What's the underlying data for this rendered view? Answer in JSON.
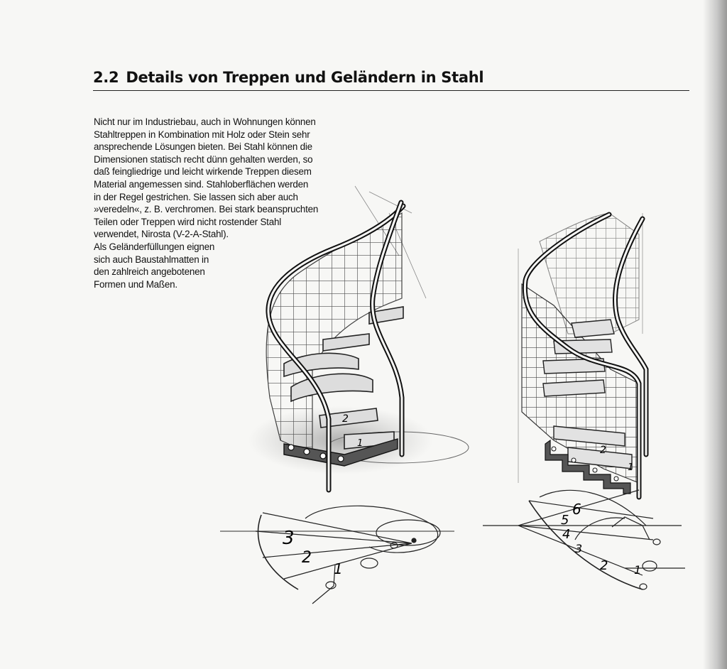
{
  "section": {
    "number": "2.2",
    "title": "Details von Treppen und Geländern in Stahl"
  },
  "body_lines": [
    "Nicht nur im Industriebau, auch in Wohnungen können",
    "Stahltreppen in Kombination mit Holz oder Stein sehr",
    "ansprechende Lösungen bieten. Bei Stahl können die",
    "Dimensionen statisch recht dünn gehalten werden, so",
    "daß feingliedrige und leicht wirkende Treppen diesem",
    "Material angemessen sind. Stahloberflächen werden",
    "in der Regel gestrichen. Sie lassen sich aber auch",
    "»veredeln«, z. B. verchromen. Bei stark beanspruchten",
    "Teilen oder Treppen wird nicht rostender Stahl",
    "verwendet, Nirosta (V-2-A-Stahl).",
    "Als Geländerfüllungen eignen",
    "sich auch Baustahlmatten in",
    "den zahlreich angebotenen",
    "Formen und Maßen."
  ],
  "left_stair": {
    "step_numbers": [
      "1",
      "2"
    ],
    "plan_step_numbers": [
      "1",
      "2",
      "3"
    ]
  },
  "right_stair": {
    "step_numbers": [
      "1",
      "2"
    ],
    "plan_step_numbers": [
      "1",
      "2",
      "3",
      "4",
      "5",
      "6"
    ]
  }
}
